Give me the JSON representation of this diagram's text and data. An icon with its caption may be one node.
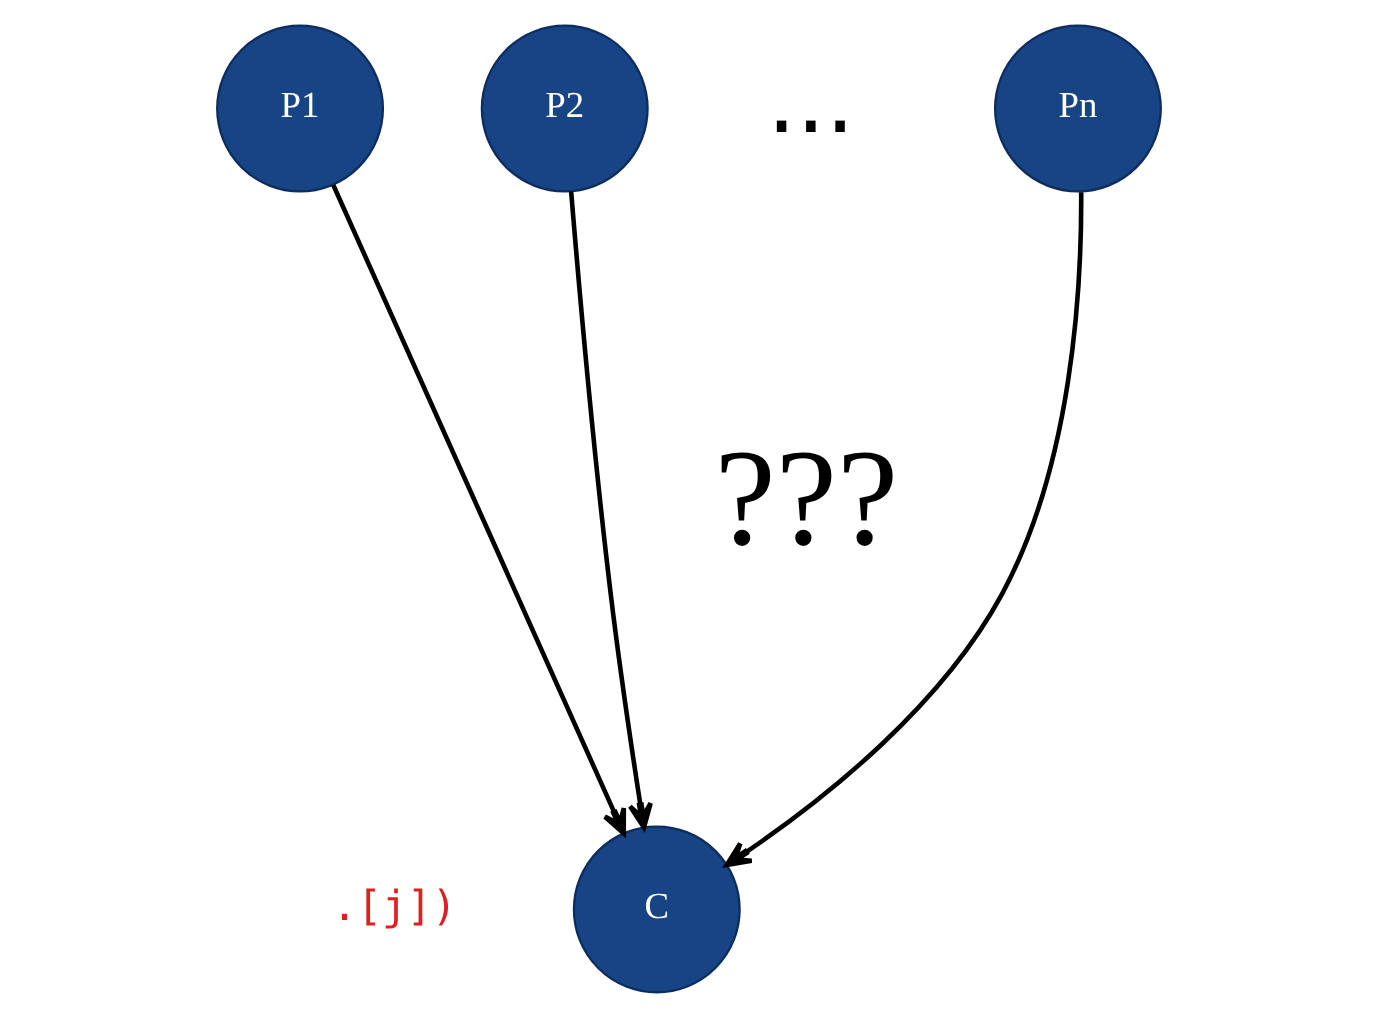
{
  "diagram": {
    "nodes": [
      {
        "text": [
          "P1"
        ]
      },
      {
        "text": [
          "P2"
        ]
      },
      {
        "text": [
          "Pn"
        ]
      },
      {
        "text": [
          "C"
        ]
      }
    ],
    "edges": [
      {
        "from": 0,
        "to": 3,
        "arrow": "to"
      },
      {
        "from": 1,
        "to": 3,
        "arrow": "to"
      },
      {
        "from": 2,
        "to": 3,
        "arrow": "to"
      }
    ],
    "labels": [
      "...",
      "???",
      ".[j])"
    ]
  }
}
